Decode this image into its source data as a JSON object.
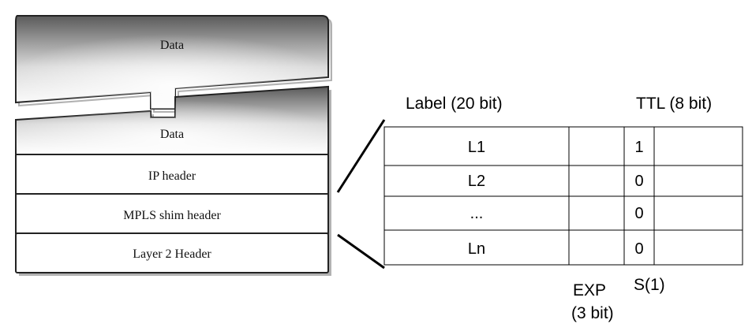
{
  "packet": {
    "top_block_label": "Data",
    "bottom_block_label": "Data",
    "layers": [
      {
        "label": "IP header"
      },
      {
        "label": "MPLS shim header"
      },
      {
        "label": "Layer 2 Header"
      }
    ]
  },
  "label_stack": {
    "header_label": "Label (20 bit)",
    "header_ttl": "TTL (8 bit)",
    "footer_exp_line1": "EXP",
    "footer_exp_line2": "(3 bit)",
    "footer_s": "S(1)",
    "rows": [
      {
        "label": "L1",
        "exp": "",
        "s": "1",
        "ttl": ""
      },
      {
        "label": "L2",
        "exp": "",
        "s": "0",
        "ttl": ""
      },
      {
        "label": "...",
        "exp": "",
        "s": "0",
        "ttl": ""
      },
      {
        "label": "Ln",
        "exp": "",
        "s": "0",
        "ttl": ""
      }
    ]
  }
}
